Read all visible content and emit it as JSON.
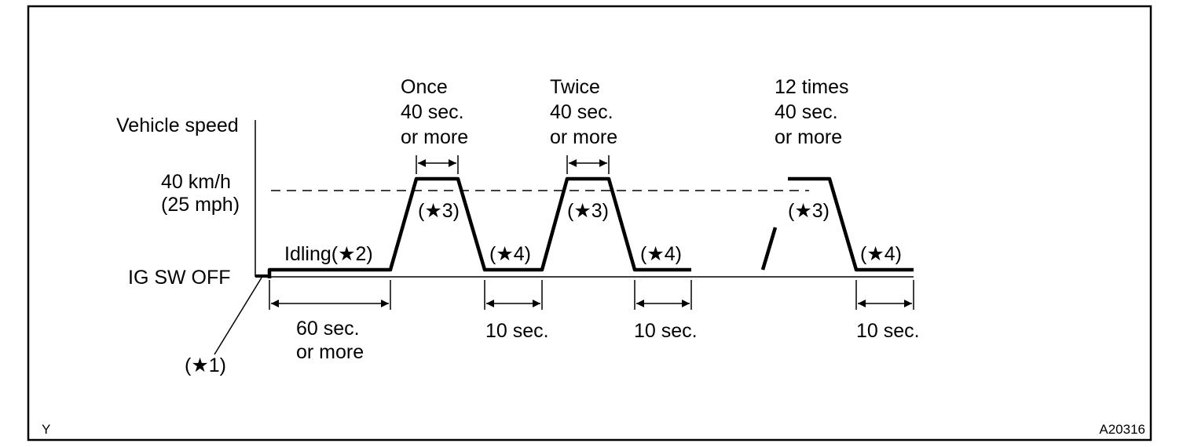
{
  "axis": {
    "y_label": "Vehicle speed",
    "speed_label_line1": "40 km/h",
    "speed_label_line2": "(25 mph)",
    "ig_label": "IG SW OFF"
  },
  "phases": {
    "idling": "Idling(★2)",
    "idle_duration_line1": "60 sec.",
    "idle_duration_line2": "or more",
    "note1": "(★1)",
    "accel_label": "(★3)",
    "stop_label": "(★4)",
    "stop_duration": "10 sec."
  },
  "cycles": [
    {
      "count": "Once",
      "duration": "40 sec.",
      "qualifier": "or more"
    },
    {
      "count": "Twice",
      "duration": "40 sec.",
      "qualifier": "or more"
    },
    {
      "count": "12 times",
      "duration": "40 sec.",
      "qualifier": "or more"
    }
  ],
  "footer": {
    "left_code": "Y",
    "figure_id": "A20316"
  }
}
